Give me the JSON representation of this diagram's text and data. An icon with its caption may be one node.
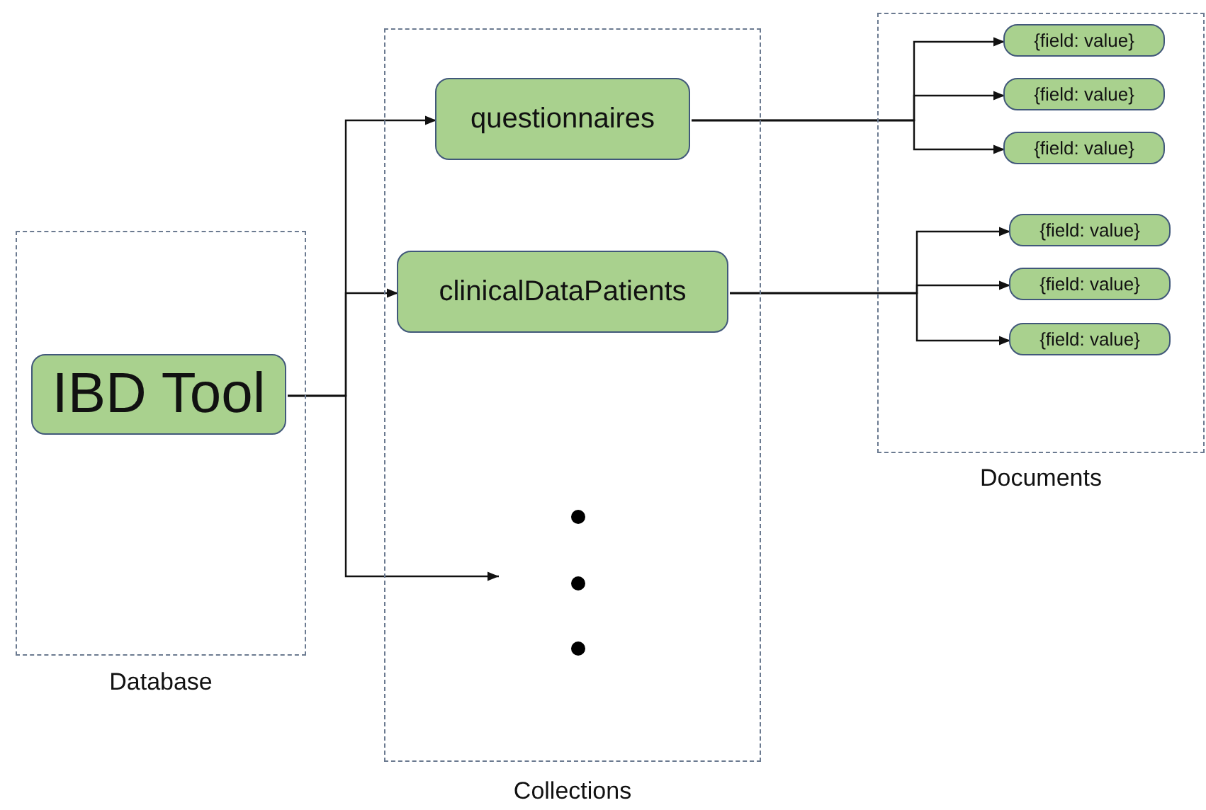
{
  "diagram": {
    "nodes": [
      {
        "text": [
          "Database"
        ]
      },
      {
        "text": [
          "IBD Tool"
        ],
        "in": 0
      },
      {
        "text": [
          "Collections"
        ]
      },
      {
        "text": [
          "questionnaires"
        ],
        "in": 2
      },
      {
        "text": [
          "clinicalDataPatients"
        ],
        "in": 2
      },
      {
        "text": [
          "Documents"
        ]
      },
      {
        "text": [
          "{field: value}"
        ],
        "in": 5
      },
      {
        "text": [
          "{field: value}"
        ],
        "in": 5
      },
      {
        "text": [
          "{field: value}"
        ],
        "in": 5
      },
      {
        "text": [
          "{field: value}"
        ],
        "in": 5
      },
      {
        "text": [
          "{field: value}"
        ],
        "in": 5
      },
      {
        "text": [
          "{field: value}"
        ],
        "in": 5
      }
    ],
    "edges": [
      {
        "from": 1,
        "to": 3,
        "arrow": "to"
      },
      {
        "from": 1,
        "to": 4,
        "arrow": "to"
      },
      {
        "from": 1,
        "to": null,
        "arrow": "to"
      },
      {
        "from": 3,
        "to": 6,
        "arrow": "to"
      },
      {
        "from": 3,
        "to": 7,
        "arrow": "to"
      },
      {
        "from": 3,
        "to": 8,
        "arrow": "to"
      },
      {
        "from": 4,
        "to": 9,
        "arrow": "to"
      },
      {
        "from": 4,
        "to": 10,
        "arrow": "to"
      },
      {
        "from": 4,
        "to": 11,
        "arrow": "to"
      }
    ]
  }
}
